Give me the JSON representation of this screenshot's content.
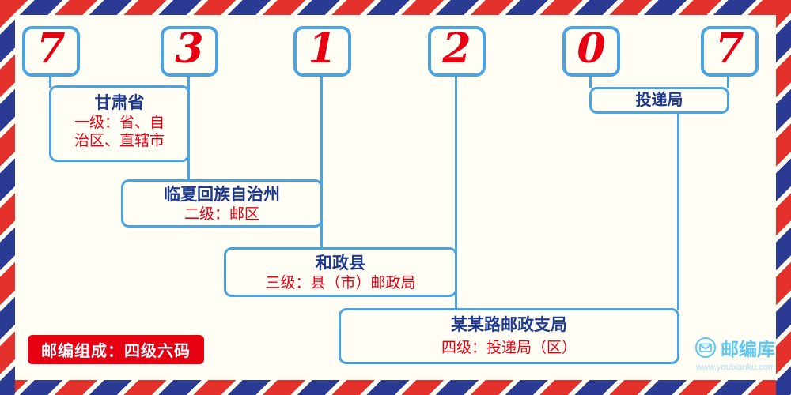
{
  "postal_code": {
    "digits": [
      "7",
      "3",
      "1",
      "2",
      "0",
      "7"
    ]
  },
  "levels": {
    "level1": {
      "name": "甘肃省",
      "desc_lines": [
        "一级：省、自",
        "治区、直辖市"
      ]
    },
    "level2": {
      "name": "临夏回族自治州",
      "desc": "二级：邮区"
    },
    "level3": {
      "name": "和政县",
      "desc": "三级：县（市）邮政局"
    },
    "level4": {
      "name": "某某路邮政支局",
      "desc": "四级：投递局（区）"
    },
    "delivery": {
      "name": "投递局"
    }
  },
  "footer": {
    "composition_label": "邮编组成：四级六码"
  },
  "branding": {
    "site_name": "邮编库",
    "site_url": "www.youbianku.com"
  },
  "colors": {
    "page_bg": "#fffdf4",
    "accent_blue": "#4aa3e2",
    "digit_red": "#e60012",
    "name_navy": "#1e3a8f",
    "desc_red": "#e60012",
    "badge_red": "#e60012",
    "brand_blue": "#5ec8f2",
    "brand_url_blue": "#b0e0f7",
    "border_stripe_red": "#e5312b",
    "border_stripe_blue": "#2b3a92"
  }
}
